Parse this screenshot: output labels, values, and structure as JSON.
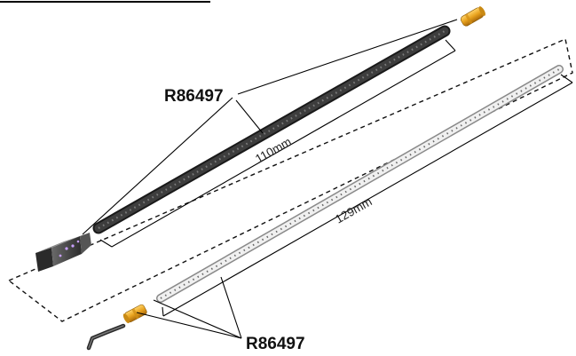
{
  "diagram": {
    "part_numbers": {
      "upper": "R86497",
      "lower": "R86497"
    },
    "dimensions": {
      "dark_rod_length": "110mm",
      "light_rod_length": "129mm"
    },
    "colors": {
      "dark_rod": "#2e2e2e",
      "light_rod": "#e9e9e9",
      "brass_fitting": "#e8a21e",
      "end_cap": "#4a4a4a",
      "leader_line": "#000000"
    },
    "icons": [
      "dark-rod-icon",
      "light-rod-icon",
      "brass-fitting-icon",
      "end-cap-icon",
      "bent-rod-icon"
    ]
  }
}
